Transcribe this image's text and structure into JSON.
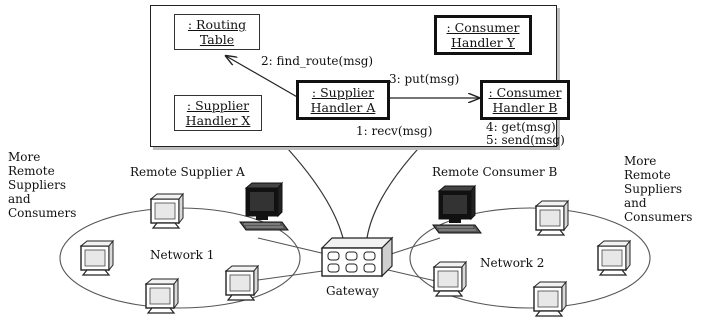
{
  "objects": {
    "routing_table": ": Routing Table",
    "supplier_handler_a": ": Supplier Handler A",
    "supplier_handler_x": ": Supplier Handler X",
    "consumer_handler_y": ": Consumer Handler Y",
    "consumer_handler_b": ": Consumer Handler B"
  },
  "messages": {
    "find_route": "2: find_route(msg)",
    "put": "3: put(msg)",
    "recv": "1: recv(msg)",
    "get": "4: get(msg)",
    "send": "5: send(msg)"
  },
  "labels": {
    "remote_supplier": "Remote Supplier A",
    "remote_consumer": "Remote Consumer B",
    "network1": "Network 1",
    "network2": "Network 2",
    "gateway": "Gateway",
    "more_left": [
      "More",
      "Remote",
      "Suppliers",
      "and",
      "Consumers"
    ],
    "more_right": [
      "More",
      "Remote",
      "Suppliers",
      "and",
      "Consumers"
    ]
  }
}
